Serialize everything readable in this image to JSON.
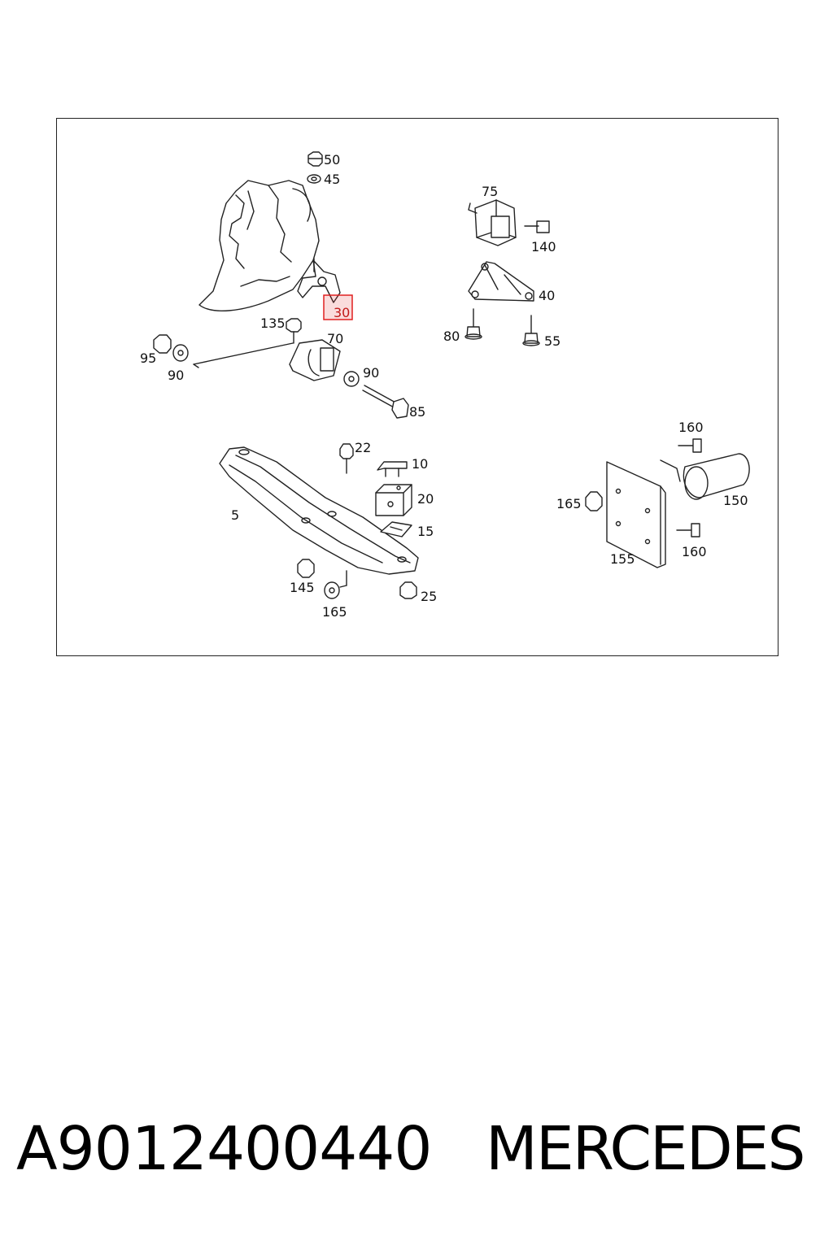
{
  "diagram": {
    "callouts": {
      "c50": "50",
      "c45": "45",
      "c75": "75",
      "c140": "140",
      "c40": "40",
      "c30": "30",
      "c135": "135",
      "c70": "70",
      "c95": "95",
      "c90a": "90",
      "c90b": "90",
      "c80": "80",
      "c55": "55",
      "c85": "85",
      "c22": "22",
      "c10": "10",
      "c20": "20",
      "c15": "15",
      "c5": "5",
      "c145": "145",
      "c165a": "165",
      "c25": "25",
      "c160a": "160",
      "c165b": "165",
      "c150": "150",
      "c155": "155",
      "c160b": "160"
    },
    "highlighted_callout": "30",
    "highlight_color": "#e02020"
  },
  "footer": {
    "part_number": "A9012400440",
    "brand": "MERCEDES"
  }
}
